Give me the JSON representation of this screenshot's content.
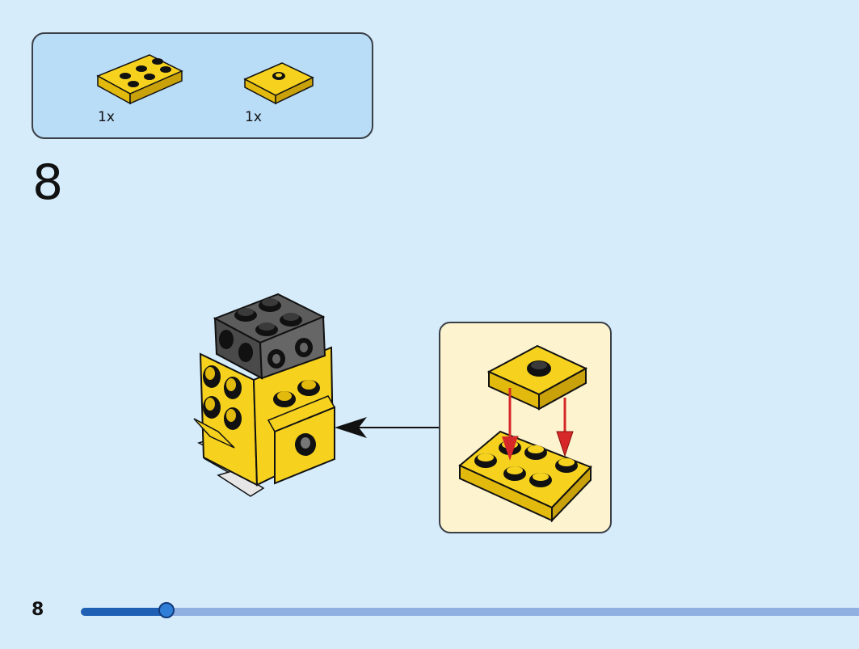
{
  "parts_list": {
    "items": [
      {
        "name": "yellow-plate-2x3-icon",
        "quantity": "1x"
      },
      {
        "name": "yellow-jumper-plate-2x2-icon",
        "quantity": "1x"
      }
    ]
  },
  "step": {
    "number": "8"
  },
  "footer": {
    "page_number": "8",
    "progress": 0.11
  },
  "colors": {
    "background": "#d6ecfb",
    "parts_box": "#b9dcf7",
    "callout": "#fdf3cf",
    "brick_yellow": "#f6d21f",
    "brick_dark_gray": "#5c5c5c",
    "brick_white": "#f4f4f4",
    "red_arrow": "#d62828",
    "progress_fill": "#1f5fb4",
    "progress_track": "#8fb0e0"
  }
}
